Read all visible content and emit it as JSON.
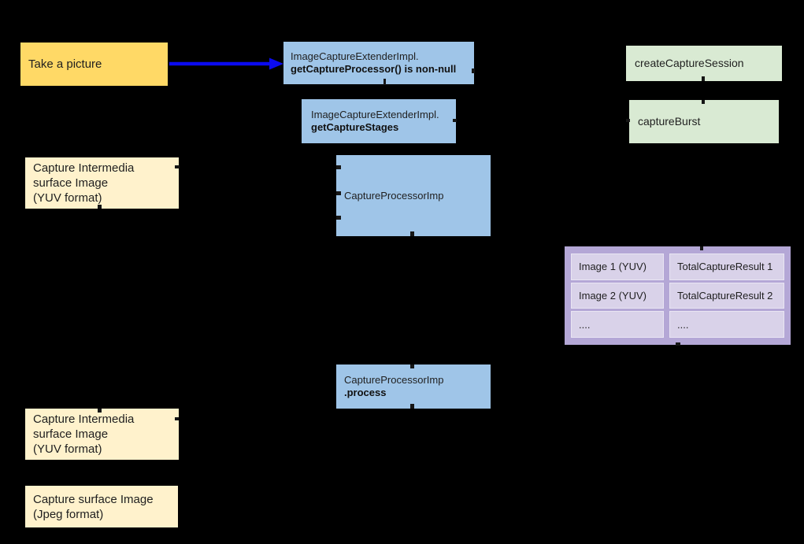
{
  "diagram": {
    "background": "#000000",
    "nodes": {
      "take_a_picture": {
        "label": "Take a picture"
      },
      "get_capture_processor": {
        "lines": [
          "ImageCaptureExtenderImpl.",
          "getCaptureProcessor() is non-null"
        ]
      },
      "get_capture_stages": {
        "lines": [
          "ImageCaptureExtenderImpl.",
          "getCaptureStages"
        ]
      },
      "create_capture_session": {
        "label": "createCaptureSession"
      },
      "capture_burst": {
        "label": "captureBurst"
      },
      "capture_intermedia_top": {
        "lines": [
          "Capture Intermedia",
          "surface Image",
          "(YUV format)"
        ]
      },
      "capture_processor_imp": {
        "label": "CaptureProcessorImp"
      },
      "capture_processor_process": {
        "lines": [
          "CaptureProcessorImp",
          ".process"
        ]
      },
      "capture_intermedia_bottom": {
        "lines": [
          "Capture Intermedia",
          "surface Image",
          "(YUV format)"
        ]
      },
      "capture_surface_jpeg": {
        "lines": [
          "Capture surface Image",
          "(Jpeg format)"
        ]
      }
    },
    "capture_results_table": {
      "rows": [
        {
          "image": "Image 1 (YUV)",
          "result": "TotalCaptureResult 1"
        },
        {
          "image": "Image 2 (YUV)",
          "result": "TotalCaptureResult 2"
        },
        {
          "image": "....",
          "result": "...."
        }
      ]
    },
    "colors": {
      "arrow_blue": "#0b0bf0",
      "gold": "#ffd966",
      "cream": "#fff2cc",
      "blue": "#9fc5e8",
      "green": "#d9ead3",
      "purple_container": "#b4a7d6",
      "purple_cell": "#d9d2e9"
    }
  }
}
